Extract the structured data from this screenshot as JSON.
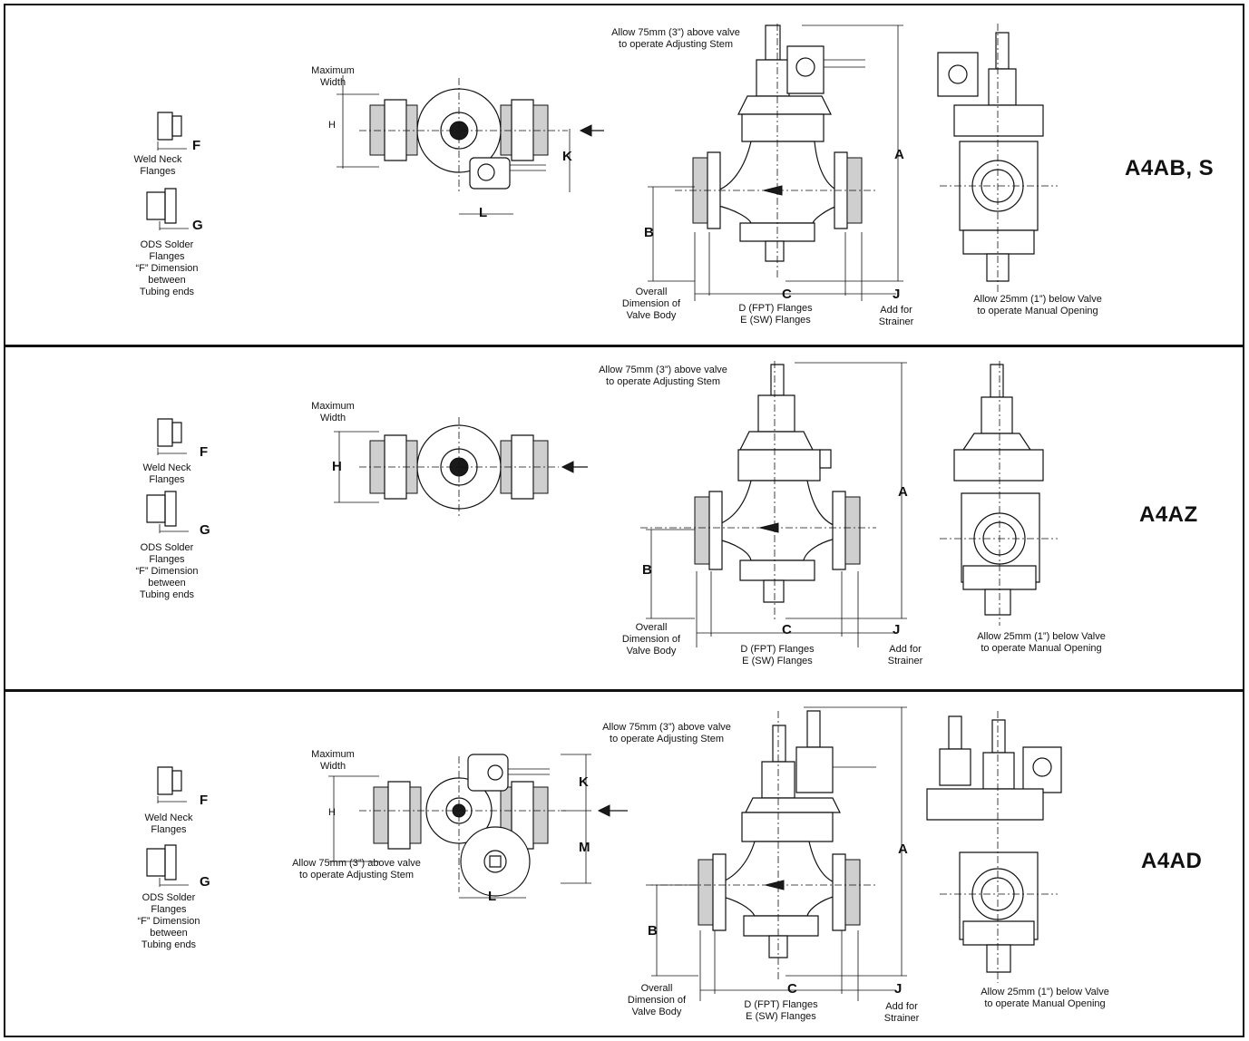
{
  "panels": [
    {
      "model": "A4AB, S",
      "flange_labels": {
        "weld_neck": "Weld Neck\nFlanges",
        "ods": "ODS Solder\nFlanges\n“F” Dimension\nbetween\nTubing ends",
        "f": "F",
        "g": "G"
      },
      "top_view": {
        "width": "Maximum\nWidth",
        "h": "H",
        "k": "K",
        "l": "L"
      },
      "side_view": {
        "above": "Allow 75mm (3”) above valve\nto operate Adjusting Stem",
        "a": "A",
        "b": "B",
        "c": "C",
        "j": "J",
        "overall": "Overall\nDimension of\nValve Body",
        "flanges": "D (FPT) Flanges\nE (SW) Flanges",
        "strainer": "Add for\nStrainer"
      },
      "end_view": {
        "below": "Allow 25mm (1”) below Valve\nto operate Manual Opening"
      }
    },
    {
      "model": "A4AZ",
      "flange_labels": {
        "weld_neck": "Weld Neck\nFlanges",
        "ods": "ODS Solder\nFlanges\n“F” Dimension\nbetween\nTubing ends",
        "f": "F",
        "g": "G"
      },
      "top_view": {
        "width": "Maximum\nWidth",
        "h": "H"
      },
      "side_view": {
        "above": "Allow 75mm (3”) above valve\nto operate Adjusting Stem",
        "a": "A",
        "b": "B",
        "c": "C",
        "j": "J",
        "overall": "Overall\nDimension of\nValve Body",
        "flanges": "D (FPT) Flanges\nE (SW) Flanges",
        "strainer": "Add for\nStrainer"
      },
      "end_view": {
        "below": "Allow 25mm (1”) below Valve\nto operate Manual Opening"
      }
    },
    {
      "model": "A4AD",
      "flange_labels": {
        "weld_neck": "Weld Neck\nFlanges",
        "ods": "ODS Solder\nFlanges\n“F” Dimension\nbetween\nTubing ends",
        "f": "F",
        "g": "G"
      },
      "top_view": {
        "width": "Maximum\nWidth",
        "h": "H",
        "k": "K",
        "m": "M",
        "l": "L",
        "above": "Allow 75mm (3”) above valve\nto operate Adjusting Stem"
      },
      "side_view": {
        "above": "Allow 75mm (3”) above valve\nto operate Adjusting Stem",
        "a": "A",
        "b": "B",
        "c": "C",
        "j": "J",
        "overall": "Overall\nDimension of\nValve Body",
        "flanges": "D (FPT) Flanges\nE (SW) Flanges",
        "strainer": "Add for\nStrainer"
      },
      "end_view": {
        "below": "Allow 25mm (1”) below Valve\nto operate Manual Opening"
      }
    }
  ]
}
